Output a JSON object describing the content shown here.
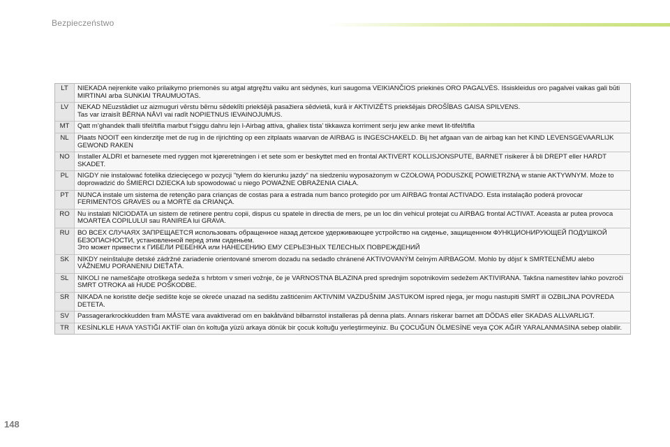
{
  "header": {
    "section_title": "Bezpieczeństwo"
  },
  "rows": [
    {
      "code": "LT",
      "text": "NIEKADA neįrenkite vaiko prilaikymo priemonės su atgal atgręžtu vaiku ant sėdynės, kuri saugoma VEIKIANČIOS priekinės ORO PAGALVĖS. Išsiskleidus oro pagalvei vaikas gali būti MIRTINAI arba SUNKIAI TRAUMUOTAS."
    },
    {
      "code": "LV",
      "text": "NEKAD NEuzstādiet uz aizmuguri vērstu bērnu sēdeklīti priekšējā pasažiera sēdvietā, kurā ir AKTIVIZĒTS priekšējais DROŠĪBAS GAISA SPILVENS.\nTas var izraisīt BĒRNA NĀVI vai radīt NOPIETNUS IEVAINOJUMUS."
    },
    {
      "code": "MT",
      "text": "Qatt m’ghandek thalli tifel/tifla marbut f’siggu dahru lejn l-Airbag attiva, ghaliex tista’ tikkawza korriment serju jew anke mewt lit-tifel/tifla"
    },
    {
      "code": "NL",
      "text": "Plaats NOOIT een kinderzitje met de rug in de rijrichting op een zitplaats waarvan de AIRBAG is INGESCHAKELD. Bij het afgaan van de airbag kan het KIND LEVENSGEVAARLIJK GEWOND RAKEN"
    },
    {
      "code": "NO",
      "text": "Installer ALDRI et barnesete med ryggen mot kjøreretningen i et sete som er beskyttet med en frontal AKTIVERT KOLLISJONSPUTE, BARNET risikerer å bli DREPT eller HARDT SKADET."
    },
    {
      "code": "PL",
      "text": "NIGDY nie instalować fotelika dziecięcego w pozycji \"tyłem do kierunku jazdy\" na siedzeniu wyposażonym w CZOŁOWĄ PODUSZKĘ POWIETRZNĄ w stanie AKTYWNYM. Może to doprowadzić do ŚMIERCI DZIECKA lub spowodować u niego POWAŻNE OBRAŻENIA CIAŁA."
    },
    {
      "code": "PT",
      "text": "NUNCA instale um sistema de retenção para crianças de costas para a estrada num banco protegido por um AIRBAG frontal ACTIVADO. Esta instalação poderá provocar FERIMENTOS GRAVES ou a MORTE da CRIANÇA."
    },
    {
      "code": "RO",
      "text": "Nu instalati NICIODATA un sistem de retinere pentru copii, dispus cu spatele in directia de mers, pe un loc din vehicul protejat cu AIRBAG frontal ACTIVAT. Aceasta ar putea provoca MOARTEA COPILULUI sau RANIREA lui GRAVA."
    },
    {
      "code": "RU",
      "text": "ВО ВСЕХ СЛУЧАЯХ ЗАПРЕЩАЕТСЯ использовать обращенное назад детское удерживающее устройство на сиденье, защищенном ФУНКЦИОНИРУЮЩЕЙ ПОДУШКОЙ БЕЗОПАСНОСТИ, установленной перед этим сиденьем.\nЭто может привести к ГИБЕЛИ РЕБЕНКА или НАНЕСЕНИЮ ЕМУ СЕРЬЕЗНЫХ ТЕЛЕСНЫХ ПОВРЕЖДЕНИЙ"
    },
    {
      "code": "SK",
      "text": "NIKDY neinštalujte detské zádržné zariadenie orientované smerom dozadu na sedadlo chránené AKTIVOVANÝM čelným AIRBAGOM. Mohlo by dôjsť k SMRTEĽNÉMU alebo VÁŽNEMU PORANENIU DIEŤAŤA."
    },
    {
      "code": "SL",
      "text": "NIKOLI ne nameščajte otroškega sedeža s hrbtom v smeri vožnje, če je VARNOSTNA BLAZINA pred sprednjim sopotnikovim sedežem AKTIVIRANA. Takšna namestitev lahko povzroči SMRT OTROKA ali HUDE POŠKODBE."
    },
    {
      "code": "SR",
      "text": "NIKADA ne koristite dečje sedište koje se okreće unazad na sedištu zaštićenim AKTIVNIM VAZDUŠNIM JASTUKOM ispred njega, jer mogu nastupiti SMRT ili OZBILJNA POVREDA DETETA."
    },
    {
      "code": "SV",
      "text": "Passagerarkrockkudden fram MÅSTE vara avaktiverad om en bakåtvänd bilbarnstol installeras på denna plats. Annars riskerar barnet att DÖDAS eller SKADAS ALLVARLIGT."
    },
    {
      "code": "TR",
      "text": "KESİNLKLE HAVA YASTIĞI AKTİF olan ön koltuğa yüzü arkaya dönük bir çocuk koltuğu yerleştirmeyiniz. Bu ÇOCUĞUN ÖLMESİNE veya ÇOK AĞIR YARALANMASINA sebep olabilir."
    }
  ],
  "footer": {
    "page_number": "148"
  }
}
